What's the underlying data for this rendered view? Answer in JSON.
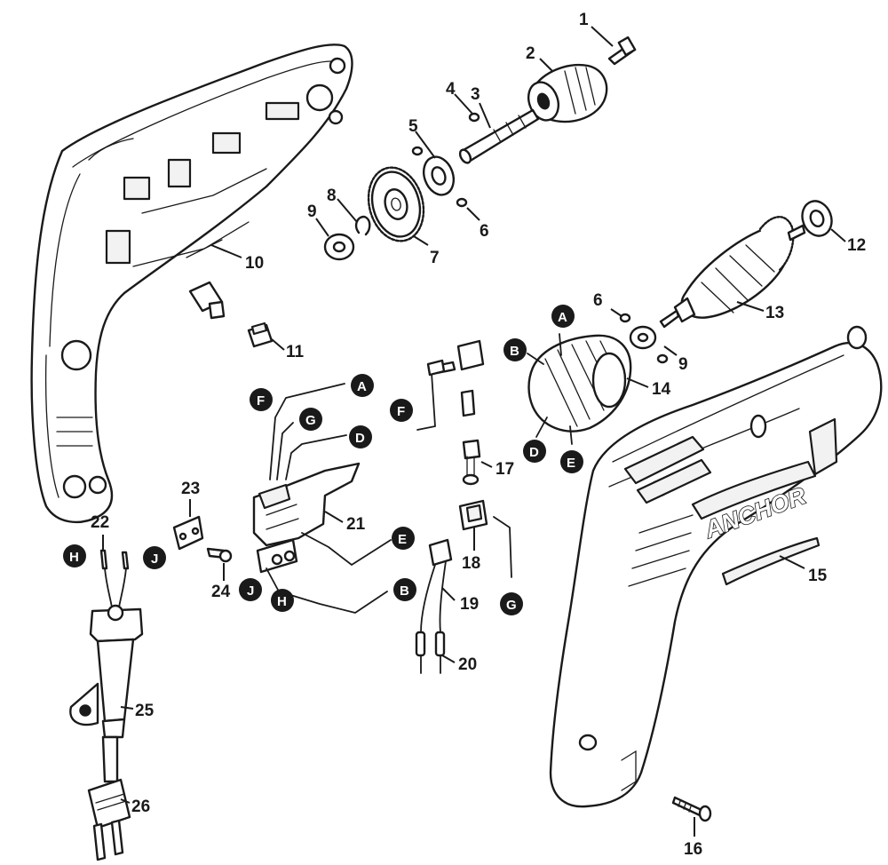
{
  "brand": "ANCHOR",
  "part_numbers": [
    "1",
    "2",
    "3",
    "4",
    "5",
    "6",
    "7",
    "8",
    "9",
    "10",
    "11",
    "12",
    "13",
    "14",
    "15",
    "16",
    "17",
    "18",
    "19",
    "20",
    "21",
    "22",
    "23",
    "24",
    "25",
    "26"
  ],
  "wire_letters": [
    "A",
    "B",
    "D",
    "E",
    "F",
    "G",
    "H",
    "J"
  ],
  "colors": {
    "line": "#1a1a1a",
    "background": "#ffffff",
    "badge_text": "#ffffff"
  }
}
